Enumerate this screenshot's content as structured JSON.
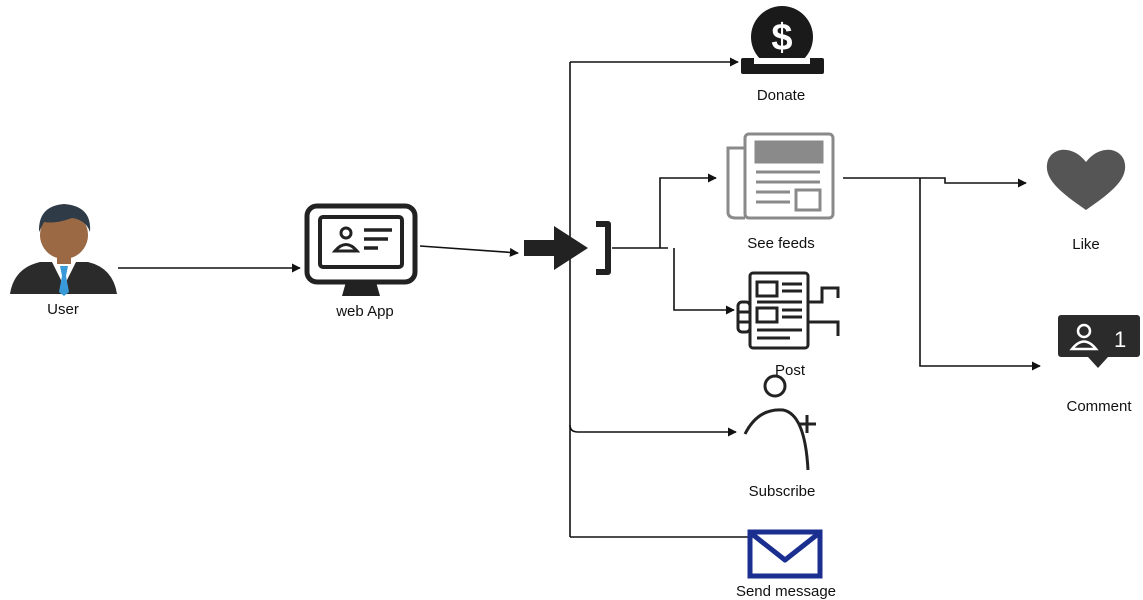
{
  "nodes": {
    "user": {
      "label": "User",
      "icon": "user-businessman-icon"
    },
    "web_app": {
      "label": "web App",
      "icon": "monitor-profile-icon"
    },
    "login": {
      "icon": "login-arrow-icon"
    },
    "donate": {
      "label": "Donate",
      "icon": "dollar-coin-icon"
    },
    "see_feeds": {
      "label": "See feeds",
      "icon": "newspaper-icon"
    },
    "post": {
      "label": "Post",
      "icon": "news-post-icon"
    },
    "subscribe": {
      "label": "Subscribe",
      "icon": "add-user-icon"
    },
    "send_message": {
      "label": "Send message",
      "icon": "envelope-icon"
    },
    "like": {
      "label": "Like",
      "icon": "heart-icon"
    },
    "comment": {
      "label": "Comment",
      "icon": "comment-badge-icon",
      "badge_count": "1"
    }
  },
  "colors": {
    "line": "#111111",
    "icon_dark": "#222222",
    "icon_gray": "#8a8a8a",
    "heart": "#555555",
    "envelope": "#1a2f8f",
    "skin": "#9b6a45",
    "tie": "#3a9ad9"
  }
}
